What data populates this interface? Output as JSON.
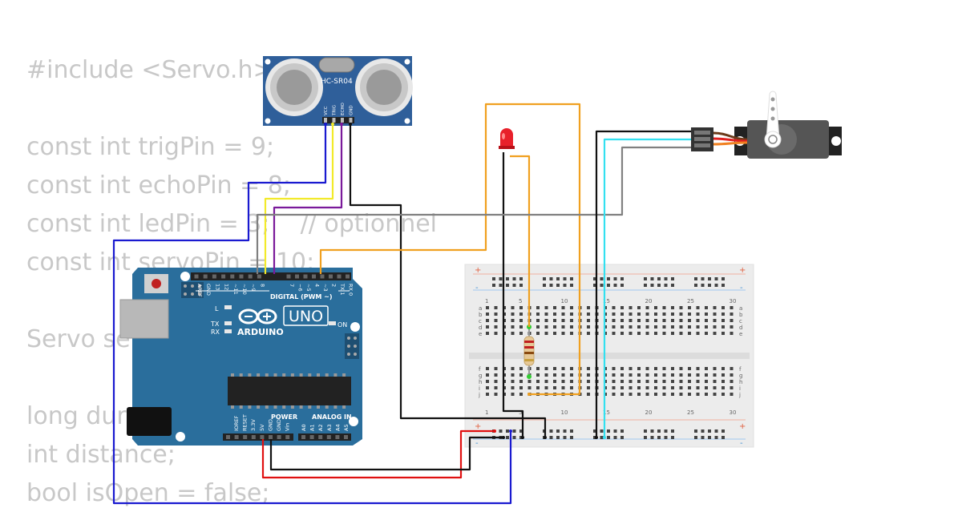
{
  "code_lines": [
    "#include <Servo.h>",
    "",
    "const int trigPin = 9;",
    "const int echoPin = 8;",
    "const int ledPin = 3;    // optionnel",
    "const int servoPin = 10;",
    "",
    "Servo servo;",
    "",
    "long duration;",
    "int distance;",
    "bool isOpen = false;"
  ],
  "sensor": {
    "model": "HC-SR04",
    "pins": [
      "VCC",
      "TRIG",
      "ECHO",
      "GND"
    ]
  },
  "arduino": {
    "brand": "ARDUINO",
    "model": "UNO",
    "digital_header": "DIGITAL (PWM ~)",
    "power_header": "POWER",
    "analog_header": "ANALOG IN",
    "on_label": "ON",
    "l_label": "L",
    "tx_label": "TX",
    "rx_label": "RX",
    "digital_pins": [
      "AREF",
      "GND",
      "13",
      "12",
      "~11",
      "~10",
      "~9",
      "8",
      "7",
      "~6",
      "~5",
      "4",
      "~3",
      "2",
      "TX 1",
      "RX 0"
    ],
    "power_pins": [
      "IOREF",
      "RESET",
      "3.3V",
      "5V",
      "GND",
      "GND",
      "Vin"
    ],
    "analog_pins": [
      "A0",
      "A1",
      "A2",
      "A3",
      "A4",
      "A5"
    ]
  },
  "breadboard": {
    "column_numbers": [
      "1",
      "5",
      "10",
      "15",
      "20",
      "25",
      "30"
    ],
    "rows_top": [
      "a",
      "b",
      "c",
      "d",
      "e"
    ],
    "rows_bottom": [
      "f",
      "g",
      "h",
      "i",
      "j"
    ],
    "rail_plus": "+",
    "rail_minus": "-"
  },
  "colors": {
    "code_text": "#c8c8c8",
    "board_blue": "#2a6e9c",
    "sensor_blue": "#2f5f9a",
    "wire_blue": "#1a1ad0",
    "wire_yellow": "#f2ea2a",
    "wire_purple": "#7a1a9a",
    "wire_black": "#111111",
    "wire_orange": "#f0a020",
    "wire_gray": "#808080",
    "wire_cyan": "#33e0f0",
    "wire_red": "#e01010",
    "led_red": "#e8202a"
  }
}
